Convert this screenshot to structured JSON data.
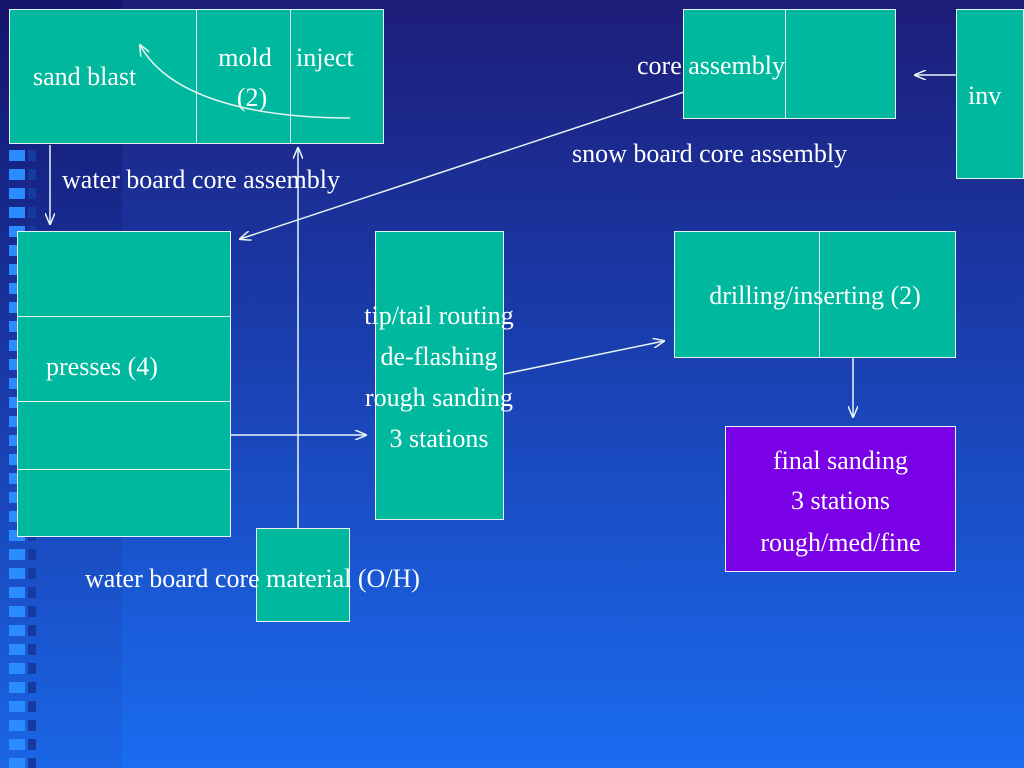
{
  "diagram": {
    "sand_blast": "sand blast",
    "mold_line1": "mold",
    "mold_line2": "(2)",
    "inject": "inject",
    "core_assembly": "core assembly",
    "inv": "inv",
    "snow_board_core_assembly": "snow board core assembly",
    "water_board_core_assembly": "water board core assembly",
    "presses": "presses  (4)",
    "routing_lines": [
      "tip/tail routing",
      "de-flashing",
      "rough sanding",
      "3 stations"
    ],
    "drilling": "drilling/inserting (2)",
    "final_lines": [
      "final sanding",
      "3 stations",
      "rough/med/fine"
    ],
    "water_board_core_material": "water board core material (O/H)"
  },
  "colors": {
    "box_fill": "#00b89e",
    "final_box_fill": "#7a00e6",
    "line": "#e8f4f4",
    "text": "#ffffff"
  }
}
